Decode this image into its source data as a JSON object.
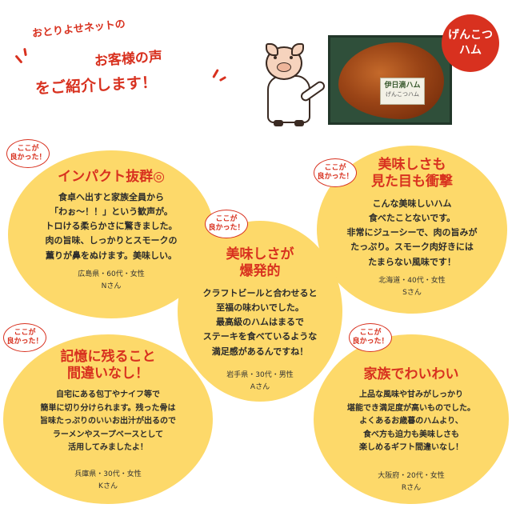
{
  "header": {
    "line1": "おとりよせネットの",
    "line2": "お客様の声",
    "line3": "をご紹介します！"
  },
  "product": {
    "badge_line1": "げんこつ",
    "badge_line2": "ハム",
    "label_line1": "伊日滴ハム",
    "label_line2": "げんこつハム"
  },
  "tag": {
    "line1": "ここが",
    "line2": "良かった！"
  },
  "reviews": [
    {
      "title": [
        "インパクト抜群◎"
      ],
      "body": [
        "食卓へ出すと家族全員から",
        "「わぉ～！！」という歓声が。",
        "トロける柔らかさに驚きました。",
        "肉の旨味、しっかりとスモークの",
        "薫りが鼻をぬけます。美味しい。"
      ],
      "meta": [
        "広島県・60代・女性",
        "Nさん"
      ]
    },
    {
      "title": [
        "美味しさも",
        "見た目も衝撃"
      ],
      "body": [
        "こんな美味しいハム",
        "食べたことないです。",
        "非常にジューシーで、肉の旨みが",
        "たっぷり。スモーク肉好きには",
        "たまらない風味です！"
      ],
      "meta": [
        "北海道・40代・女性",
        "Sさん"
      ]
    },
    {
      "title": [
        "美味しさが",
        "爆発的"
      ],
      "body": [
        "クラフトビールと合わせると",
        "至福の味わいでした。",
        "最高級のハムはまるで",
        "ステーキを食べているような",
        "満足感があるんですね！"
      ],
      "meta": [
        "岩手県・30代・男性",
        "Aさん"
      ]
    },
    {
      "title": [
        "記憶に残ること",
        "間違いなし！"
      ],
      "body": [
        "自宅にある包丁やナイフ等で",
        "簡単に切り分けられます。残った骨は",
        "旨味たっぷりのいいお出汁が出るので",
        "ラーメンやスープベースとして",
        "活用してみましたよ！"
      ],
      "meta": [
        "兵庫県・30代・女性",
        "Kさん"
      ]
    },
    {
      "title": [
        "家族でわいわい"
      ],
      "body": [
        "上品な風味や甘みがしっかり",
        "堪能でき満足度が高いものでした。",
        "よくあるお歳暮のハムより、",
        "食べ方も迫力も美味しさも",
        "楽しめるギフト間違いなし！"
      ],
      "meta": [
        "大阪府・20代・女性",
        "Rさん"
      ]
    }
  ],
  "colors": {
    "accent": "#d8311f",
    "bubble": "#fdd96a",
    "tray": "#2f4f3a"
  }
}
